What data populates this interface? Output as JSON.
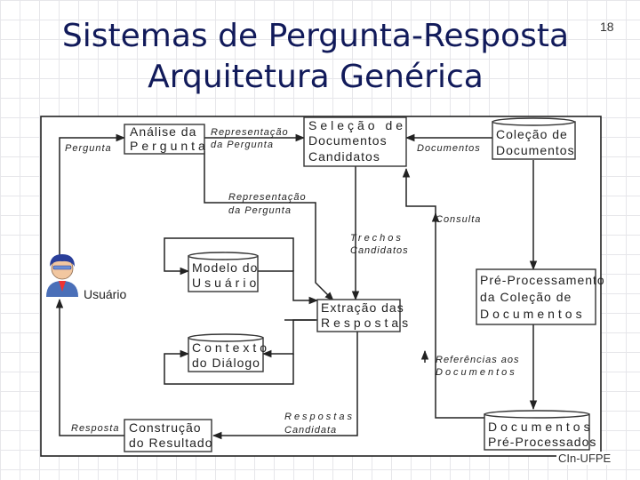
{
  "slide": {
    "title_line1": "Sistemas de Pergunta-Resposta",
    "title_line2": "Arquitetura Genérica",
    "page_number": "18",
    "footer": "CIn-UFPE"
  },
  "diagram": {
    "nodes": {
      "analise": [
        "Análise da",
        "Pergunta"
      ],
      "selecao": [
        "Seleção de",
        "Documentos",
        "Candidatos"
      ],
      "colecao": [
        "Coleção de",
        "Documentos"
      ],
      "modelo": [
        "Modelo do",
        "Usuário"
      ],
      "extracao": [
        "Extração das",
        "Respostas"
      ],
      "preproc": [
        "Pré-Processamento",
        "da Coleção de",
        "Documentos"
      ],
      "contexto": [
        "Contexto",
        "do Diálogo"
      ],
      "construcao": [
        "Construção",
        "do Resultado"
      ],
      "docs_pre": [
        "Documentos",
        "Pré-Processados"
      ],
      "usuario": "Usuário"
    },
    "labels": {
      "pergunta": "Pergunta",
      "repr1": [
        "Representação",
        "da Pergunta"
      ],
      "documentos": "Documentos",
      "repr2": [
        "Representação",
        "da Pergunta"
      ],
      "consulta": "Consulta",
      "trechos": [
        "Trechos",
        "Candidatos"
      ],
      "referencias": [
        "Referências aos",
        "Documentos"
      ],
      "respostas": [
        "Respostas",
        "Candidata"
      ],
      "resposta": "Resposta"
    }
  }
}
